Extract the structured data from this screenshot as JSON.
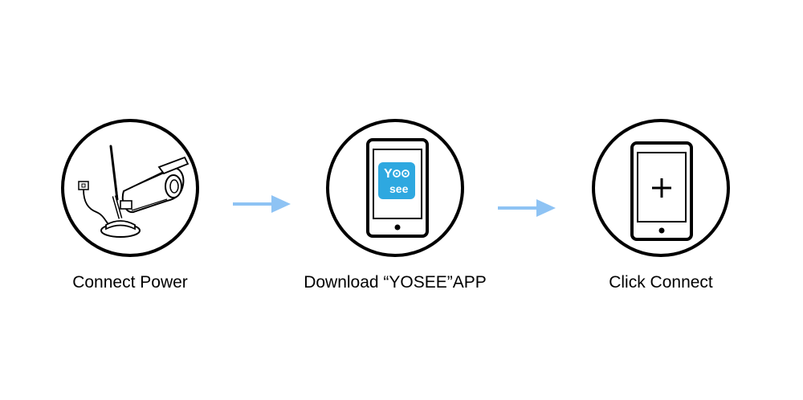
{
  "steps": [
    {
      "label": "Connect Power",
      "icon": "camera-power-icon"
    },
    {
      "label": "Download “YOSEE”APP",
      "icon": "phone-yoosee-app-icon",
      "app_logo_text_top": "Y",
      "app_logo_text_bottom": "see"
    },
    {
      "label": "Click Connect",
      "icon": "phone-plus-icon"
    }
  ],
  "colors": {
    "arrow": "#8ec3f4",
    "app_icon_bg": "#2ea8e0",
    "outline": "#000000"
  }
}
